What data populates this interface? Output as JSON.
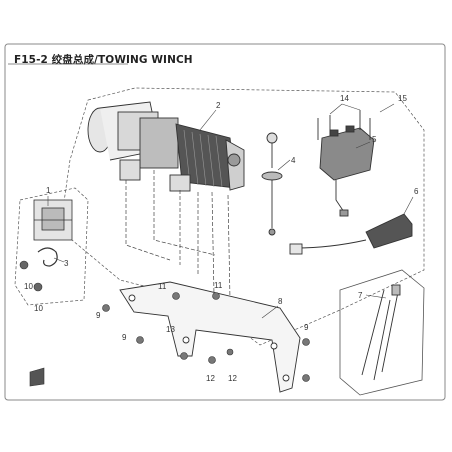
{
  "diagram": {
    "title": "F15-2 绞盘总成/TOWING WINCH",
    "callouts": {
      "c1": "1",
      "c2": "2",
      "c3": "3",
      "c4": "4",
      "c5": "5",
      "c6": "6",
      "c7": "7",
      "c8": "8",
      "c9a": "9",
      "c9b": "9",
      "c9c": "9",
      "c10a": "10",
      "c10b": "10",
      "c11a": "11",
      "c11b": "11",
      "c12a": "12",
      "c12b": "12",
      "c13": "13",
      "c14": "14",
      "c15": "15"
    }
  }
}
